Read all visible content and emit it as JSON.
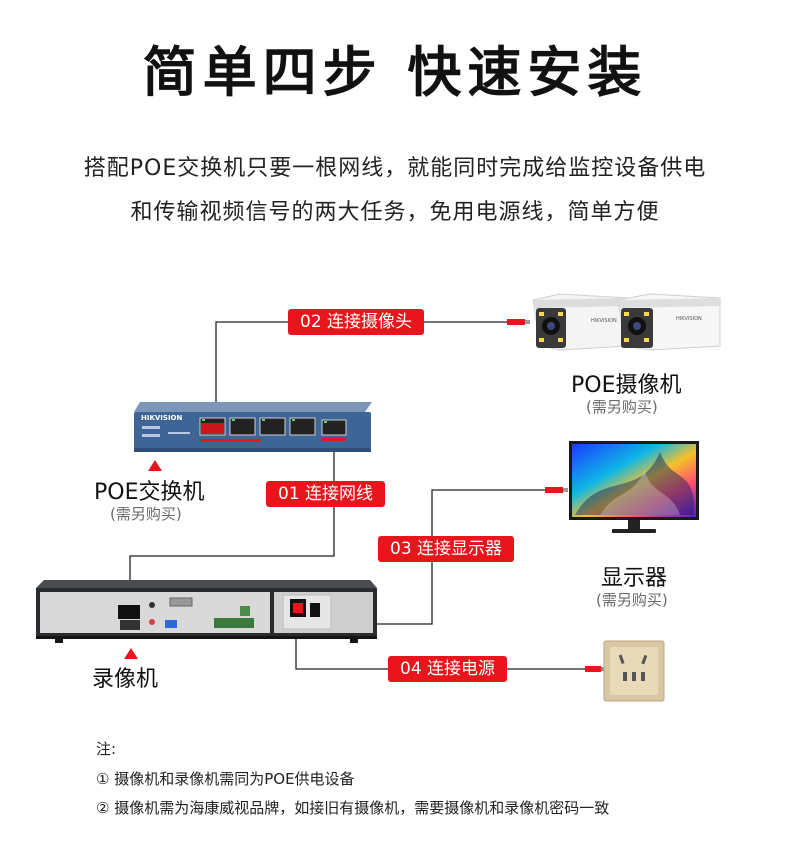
{
  "header": {
    "title": "简单四步 快速安装",
    "subtitle_line1": "搭配POE交换机只要一根网线，就能同时完成给监控设备供电",
    "subtitle_line2": "和传输视频信号的两大任务，免用电源线，简单方便"
  },
  "steps": [
    {
      "label": "01 连接网线"
    },
    {
      "label": "02 连接摄像头"
    },
    {
      "label": "03 连接显示器"
    },
    {
      "label": "04 连接电源"
    }
  ],
  "devices": {
    "switch": {
      "name": "POE交换机",
      "note": "(需另购买)",
      "brand": "HIKVISION"
    },
    "camera": {
      "name": "POE摄像机",
      "note": "(需另购买)",
      "brand": "HIKVISION"
    },
    "monitor": {
      "name": "显示器",
      "note": "(需另购买)"
    },
    "nvr": {
      "name": "录像机"
    }
  },
  "notes": {
    "heading": "注:",
    "items": [
      "① 摄像机和录像机需同为POE供电设备",
      "② 摄像机需为海康威视品牌，如接旧有摄像机，需要摄像机和录像机密码一致"
    ]
  },
  "colors": {
    "accent": "#e8161c",
    "switch_body": "#3f6597",
    "nvr_body": "#2a2b2e",
    "wire": "#222222"
  }
}
